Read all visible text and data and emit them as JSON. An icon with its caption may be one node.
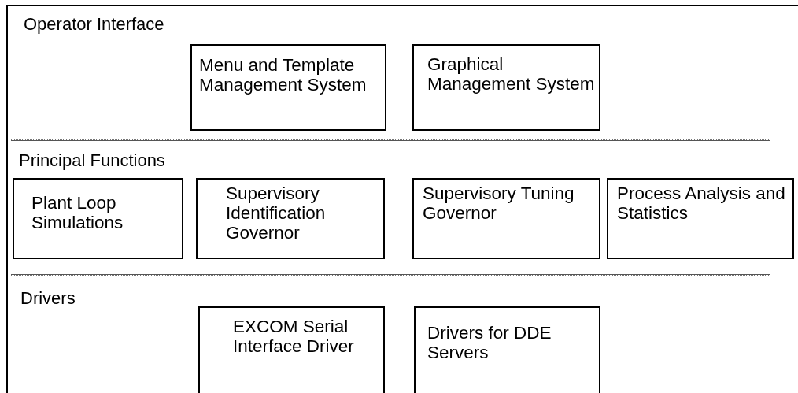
{
  "diagram": {
    "nodes": [
      {
        "text": [
          "Operator Interface"
        ]
      },
      {
        "text": [
          "Menu and Template Management System"
        ],
        "in": 0
      },
      {
        "text": [
          "Graphical Management System"
        ],
        "in": 0
      },
      {
        "text": [
          "Principal Functions"
        ]
      },
      {
        "text": [
          "Plant Loop Simulations"
        ],
        "in": 3
      },
      {
        "text": [
          "Supervisory Identification Governor"
        ],
        "in": 3
      },
      {
        "text": [
          "Supervisory Tuning Governor"
        ],
        "in": 3
      },
      {
        "text": [
          "Process Analysis and Statistics"
        ],
        "in": 3
      },
      {
        "text": [
          "Drivers"
        ]
      },
      {
        "text": [
          "EXCOM Serial Interface Driver"
        ],
        "in": 8
      },
      {
        "text": [
          "Drivers for DDE Servers"
        ],
        "in": 8
      }
    ]
  }
}
